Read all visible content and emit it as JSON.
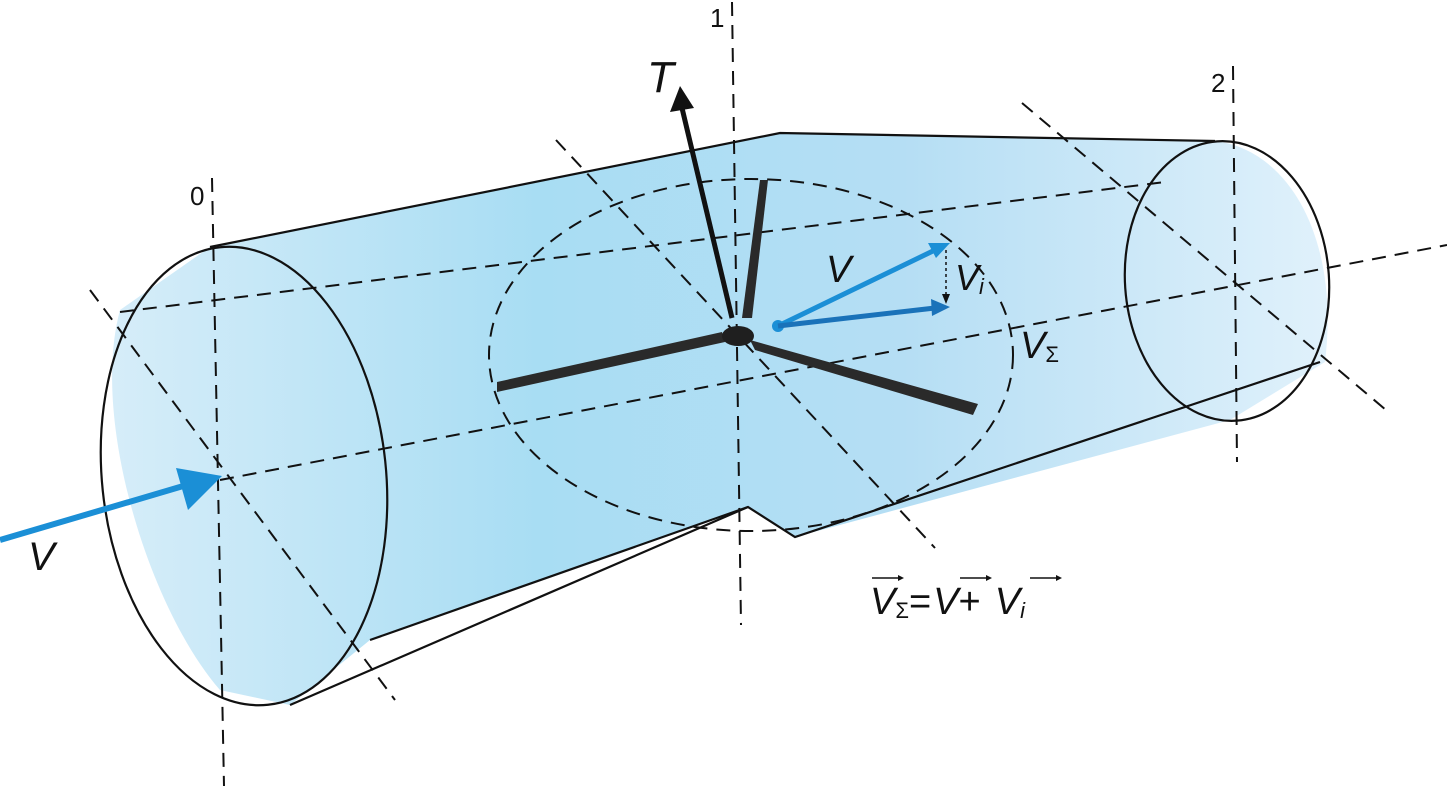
{
  "labels": {
    "plane_0": "0",
    "plane_1": "1",
    "plane_2": "2",
    "thrust": "T",
    "freestream_velocity": "V",
    "rotor_velocity": "V",
    "induced_velocity_symbol": "V",
    "induced_velocity_sub": "i",
    "resultant_velocity_symbol": "V",
    "resultant_velocity_sub": "Σ"
  },
  "equation": {
    "lhs_symbol": "V",
    "lhs_sub": "Σ",
    "equals": "=",
    "term1": "V",
    "plus": "+",
    "term2_symbol": "V",
    "term2_sub": "i"
  },
  "colors": {
    "tube_fill_light": "#d9eef9",
    "tube_fill_mid": "#a9dcf3",
    "velocity_arrow": "#1b8fd6",
    "velocity_arrow_dark": "#1a72b9",
    "line": "#111111",
    "blade": "#2a2a2a"
  }
}
